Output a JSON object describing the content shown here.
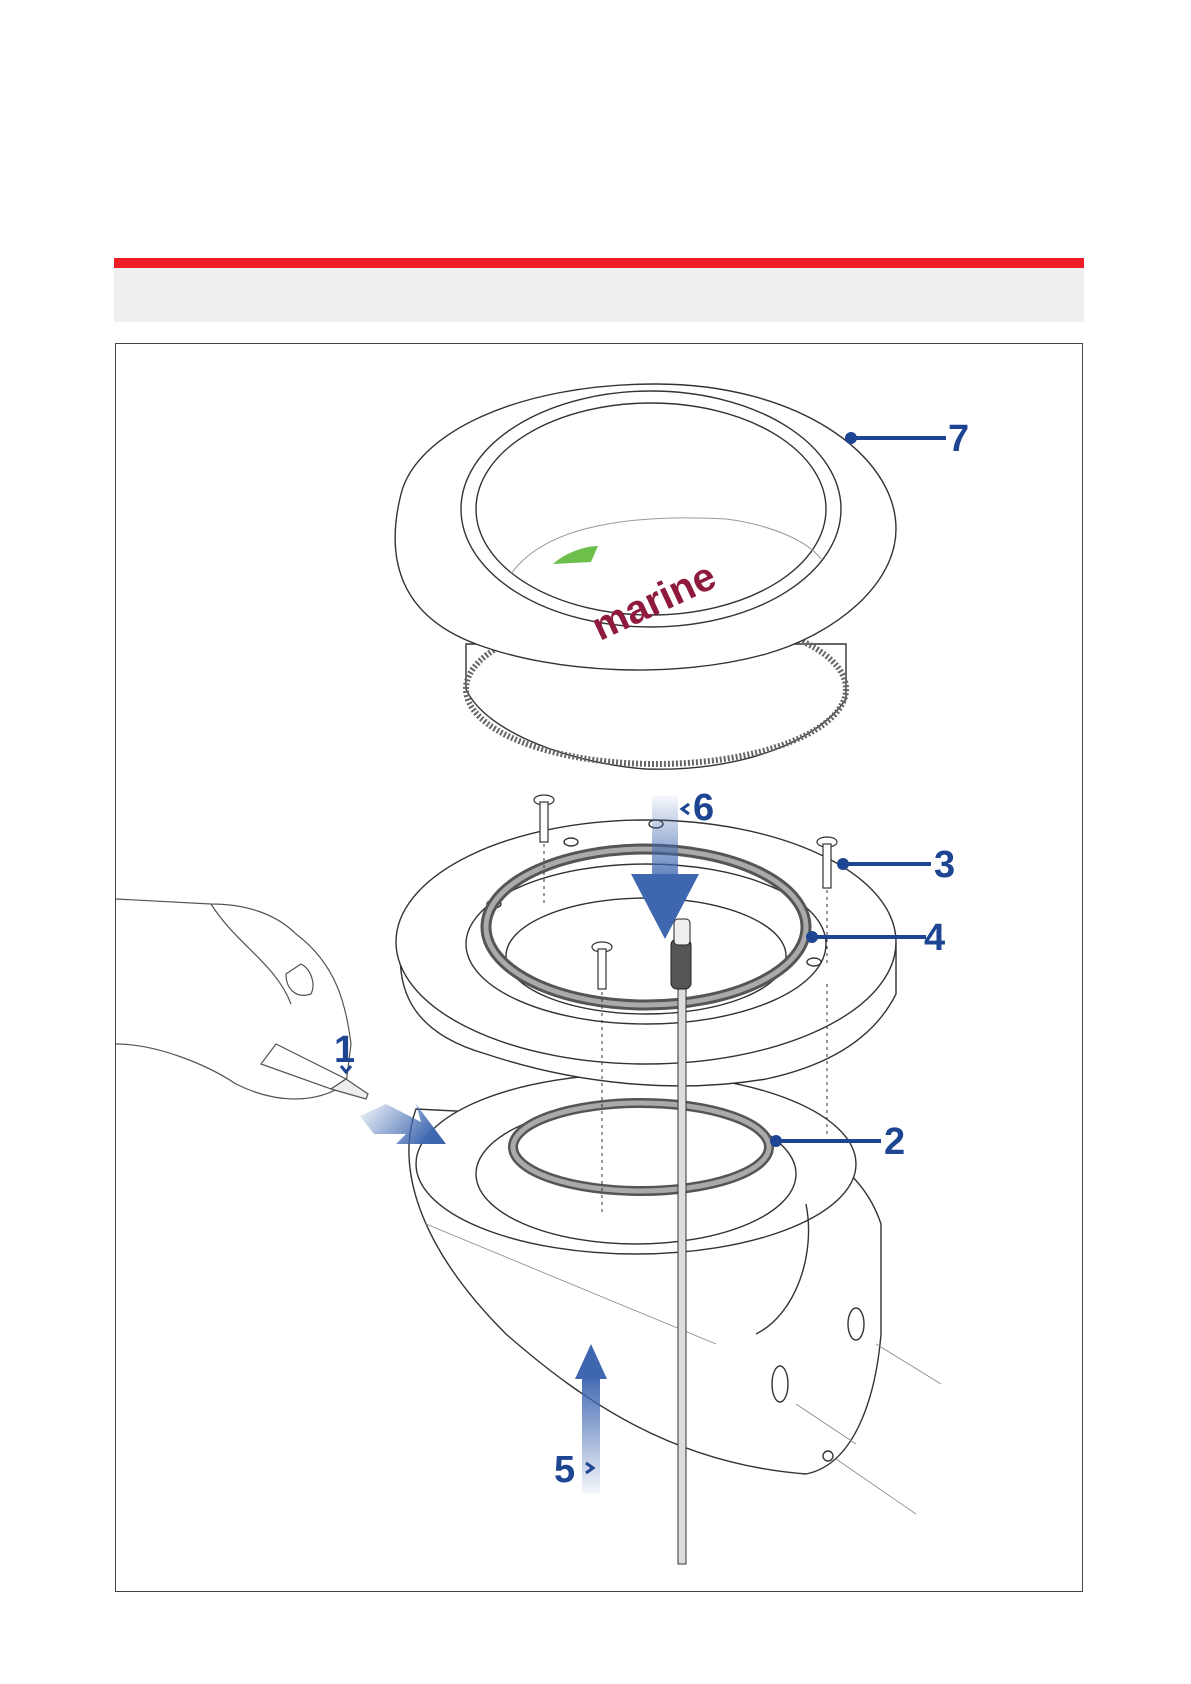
{
  "colors": {
    "header_red": "#ee1c24",
    "header_gray": "#efefef",
    "callout_blue": "#1d4592",
    "arrow_blue": "#3e67b0",
    "logo_maroon": "#8e1b3d",
    "logo_green": "#6dbf4b"
  },
  "diagram": {
    "logo_text": "marine",
    "callouts": [
      {
        "id": "1",
        "label": "1"
      },
      {
        "id": "2",
        "label": "2"
      },
      {
        "id": "3",
        "label": "3"
      },
      {
        "id": "4",
        "label": "4"
      },
      {
        "id": "5",
        "label": "5"
      },
      {
        "id": "6",
        "label": "6"
      },
      {
        "id": "7",
        "label": "7"
      }
    ]
  }
}
